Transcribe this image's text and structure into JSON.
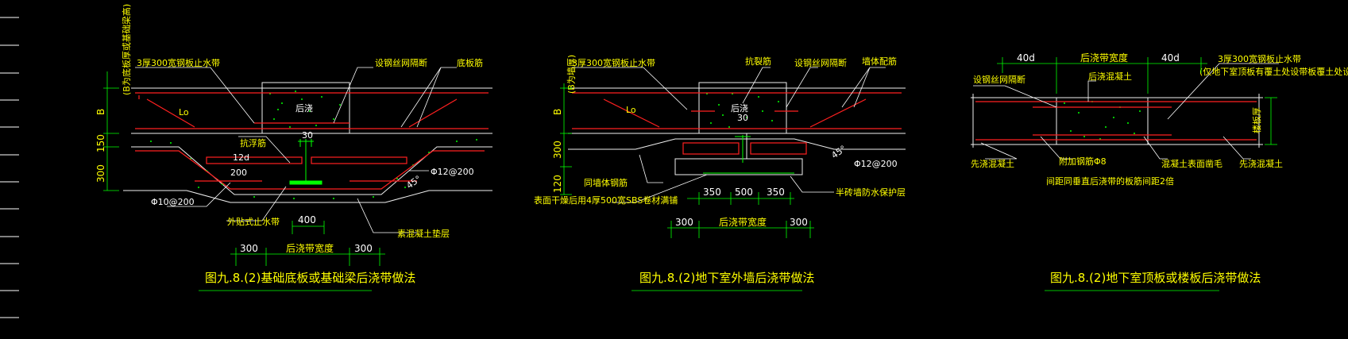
{
  "colors": {
    "background": "#000000",
    "rebar": "#ff2020",
    "outline": "#f0f0f0",
    "leader": "#ffffff",
    "concrete_hatch": "#00ff00",
    "label_text": "#ffff00",
    "dim_line": "#00ff00",
    "dim_text": "#ffffff",
    "caption": "#ffff00"
  },
  "detail_a": {
    "label_waterstop": "3厚300宽钢板止水带",
    "label_mesh": "设钢丝网隔断",
    "label_bottom_bar": "底板筋",
    "label_thickness_note": "(B为底板厚或基础梁高)",
    "label_B": "B",
    "label_lo": "Lo",
    "label_pour": "后浇",
    "label_30": "30",
    "label_anti": "抗浮筋",
    "label_12d": "12d",
    "label_200": "200",
    "label_rebar_200": "Φ12@200",
    "label_45": "45°",
    "label_rebar_10": "Φ10@200",
    "label_ext_waterstop": "外贴式止水带",
    "label_400": "400",
    "label_plain_conc": "素混凝土垫层",
    "dim_150": "150",
    "dim_300v": "300",
    "dim_300_left": "300",
    "dim_width": "后浇带宽度",
    "dim_300_right": "300",
    "caption": "图九.8.(2)基础底板或基础梁后浇带做法"
  },
  "detail_b": {
    "label_waterstop": "3厚300宽钢板止水带",
    "label_anti": "抗裂筋",
    "label_mesh": "设钢丝网隔断",
    "label_wall_bar": "墙体配筋",
    "label_thickness_note": "(B为墙厚)",
    "label_B": "B",
    "label_lo": "Lo",
    "label_pour": "后浇",
    "label_30": "30",
    "label_300v": "300",
    "label_rebar_200": "Φ12@200",
    "label_45": "45°",
    "label_wall_bar2": "同墙体钢筋",
    "label_120": "120",
    "label_sbs": "表面干燥后用4厚500宽SBS卷材满铺",
    "label_brick": "半砖墙防水保护层",
    "dim_350_left": "350",
    "dim_500": "500",
    "dim_350_right": "350",
    "dim_300_left": "300",
    "dim_width": "后浇带宽度",
    "dim_300_right": "300",
    "caption": "图九.8.(2)地下室外墙后浇带做法"
  },
  "detail_c": {
    "dim_40d_left": "40d",
    "dim_width": "后浇带宽度",
    "dim_40d_right": "40d",
    "label_waterstop": "3厚300宽钢板止水带",
    "label_waterstop_note": "(仅地下室顶板有覆土处设带板覆土处设)",
    "label_mesh": "设钢丝网隔断",
    "label_pour_conc": "后浇混凝土",
    "label_thickness": "楼板厚",
    "label_first_conc_left": "先浇混凝土",
    "label_add_bar": "附加钢筋Φ8",
    "label_spacing": "间距同垂直后浇带的板筋间距2倍",
    "label_roughen": "混凝土表面凿毛",
    "label_first_conc_right": "先浇混凝土",
    "caption": "图九.8.(2)地下室顶板或楼板后浇带做法"
  }
}
